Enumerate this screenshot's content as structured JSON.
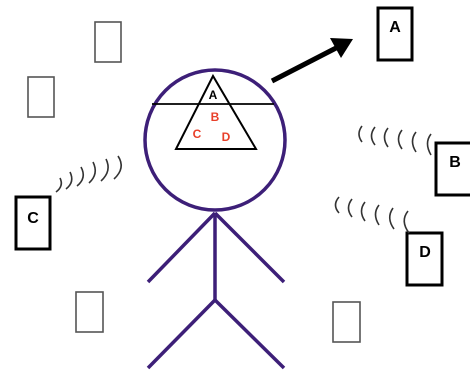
{
  "colors": {
    "figure_stroke": "#3d1f78",
    "ink": "#000000",
    "red_label": "#e8402a",
    "gray_outline": "#555555",
    "wave_stroke": "#333333"
  },
  "head_triangle": {
    "top_label": "A",
    "middle_label": "B",
    "left_label": "C",
    "right_label": "D"
  },
  "boxes": {
    "a": "A",
    "b": "B",
    "c": "C",
    "d": "D"
  },
  "icons": {
    "arrow": "arrow-right-up-icon",
    "waves": "sound-wave-icon"
  }
}
